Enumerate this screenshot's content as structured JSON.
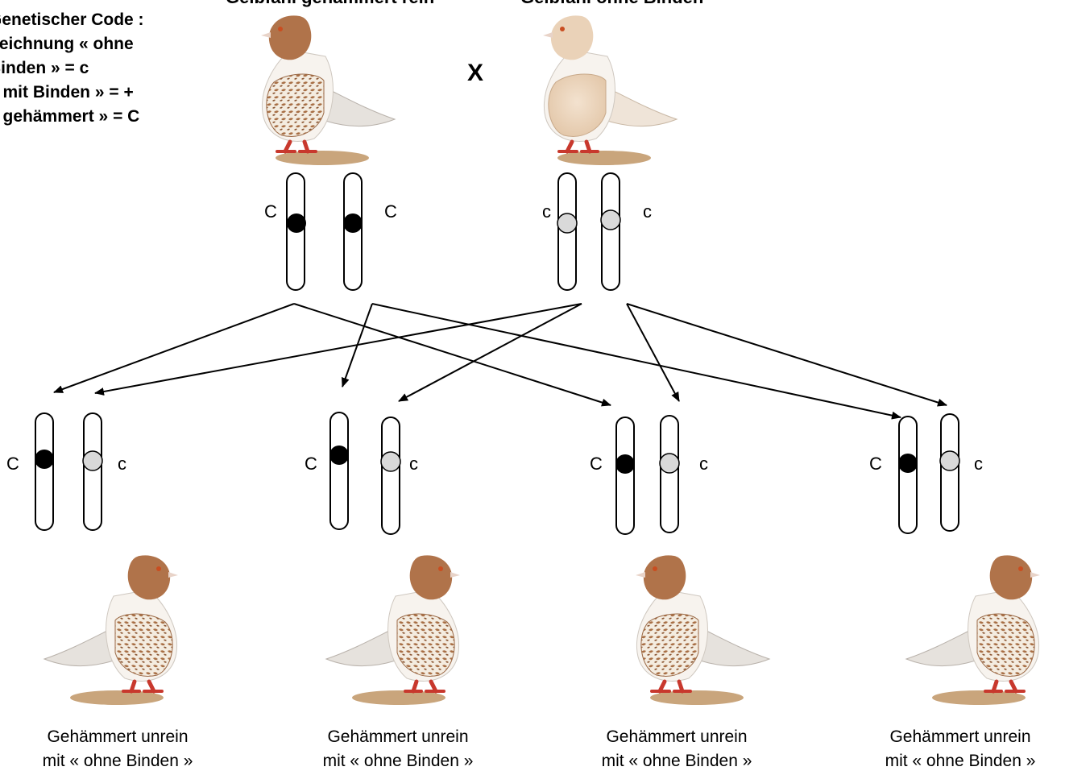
{
  "legend": {
    "lines": [
      "Genetischer Code :",
      "Zeichnung « ohne",
      "Binden » = c",
      "« mit Binden » = +",
      "« gehämmert » = C"
    ]
  },
  "parents": {
    "left_title": "Gelbfahl gehämmert rein",
    "right_title": "Gelbfahl ohne Binden",
    "cross_symbol": "X"
  },
  "alleles": {
    "dominant": "C",
    "recessive": "c"
  },
  "colors": {
    "dominant_allele": "#000000",
    "recessive_allele": "#d9d9d9",
    "pigeon_head": "#b0734a",
    "pigeon_checker": "#a86f45",
    "pigeon_body": "#f7f3ee",
    "pigeon_feet": "#c8382d",
    "ground": "#c9a57c"
  },
  "offspring": [
    {
      "caption_line1": "Gehämmert unrein",
      "caption_line2": "mit « ohne Binden »"
    },
    {
      "caption_line1": "Gehämmert unrein",
      "caption_line2": "mit « ohne Binden »"
    },
    {
      "caption_line1": "Gehämmert unrein",
      "caption_line2": "mit « ohne Binden »"
    },
    {
      "caption_line1": "Gehämmert unrein",
      "caption_line2": "mit « ohne Binden »"
    }
  ]
}
